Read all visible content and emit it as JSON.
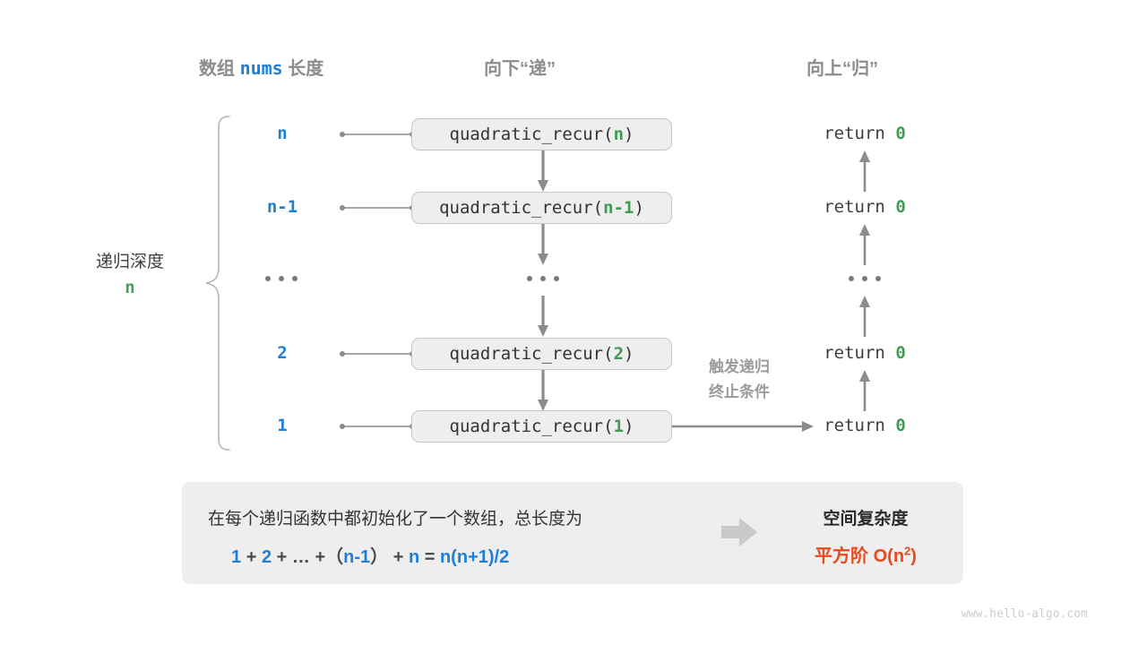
{
  "headers": {
    "left_prefix": "数组 ",
    "left_code": "nums",
    "left_suffix": " 长度",
    "middle": "向下“递”",
    "right": "向上“归”"
  },
  "depth": {
    "label": "递归深度",
    "value": "n"
  },
  "rows": [
    {
      "num": "n",
      "call_prefix": "quadratic_recur(",
      "call_arg": "n",
      "call_suffix": ")",
      "ret_text": "return ",
      "ret_value": "0"
    },
    {
      "num": "n-1",
      "call_prefix": "quadratic_recur(",
      "call_arg": "n-1",
      "call_suffix": ")",
      "ret_text": "return ",
      "ret_value": "0"
    },
    {
      "num": "…",
      "call_prefix": "…",
      "call_arg": "",
      "call_suffix": "",
      "ret_text": "…",
      "ret_value": ""
    },
    {
      "num": "2",
      "call_prefix": "quadratic_recur(",
      "call_arg": "2",
      "call_suffix": ")",
      "ret_text": "return ",
      "ret_value": "0"
    },
    {
      "num": "1",
      "call_prefix": "quadratic_recur(",
      "call_arg": "1",
      "call_suffix": ")",
      "ret_text": "return ",
      "ret_value": "0"
    }
  ],
  "sidenote": {
    "line1": "触发递归",
    "line2": "终止条件"
  },
  "summary": {
    "description": "在每个递归函数中都初始化了一个数组，总长度为",
    "formula": {
      "t1": "1",
      "o1": "+",
      "t2": "2",
      "o2": "+",
      "t3": "…",
      "o3": "+",
      "p1": "（",
      "t4": "n-1",
      "p2": "）",
      "o4": "+",
      "t5": "n",
      "eq": "=",
      "t6": "n(n+1)/2"
    },
    "title": "空间复杂度",
    "value_prefix": "平方阶 ",
    "value_big_o": "O(n",
    "value_exp": "2",
    "value_close": ")"
  },
  "watermark": "www.hello-algo.com",
  "colors": {
    "blue": "#1f7fd6",
    "green": "#3f9c4f",
    "orange": "#e8491d",
    "gray": "#8c8c8c",
    "panel_bg": "#eeeeee",
    "box_border": "#c6c6c6"
  }
}
